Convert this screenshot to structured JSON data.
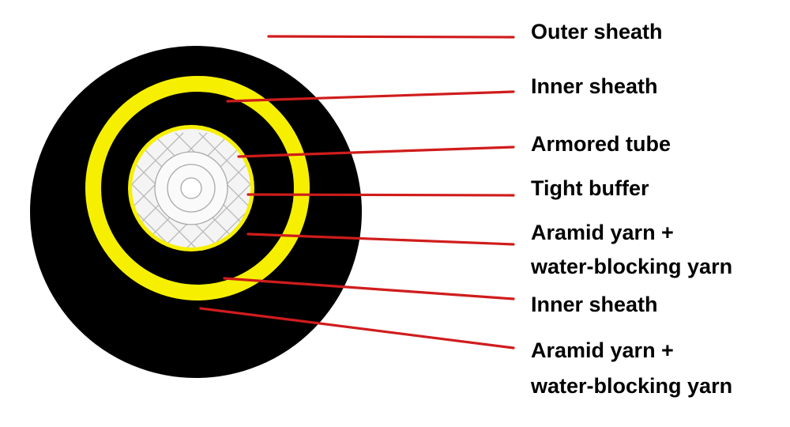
{
  "colors": {
    "background": "#ffffff",
    "sheath_black": "#000000",
    "yarn_yellow": "#f6f000",
    "tube_white": "#f4f4f4",
    "mesh_gray": "#b9b9b9",
    "leader_red": "#d01c1c",
    "label_text": "#000000"
  },
  "callouts": [
    {
      "label_lines": [
        "Outer sheath"
      ]
    },
    {
      "label_lines": [
        "Inner sheath"
      ]
    },
    {
      "label_lines": [
        "Armored tube"
      ]
    },
    {
      "label_lines": [
        "Tight buffer"
      ]
    },
    {
      "label_lines": [
        "Aramid yarn +",
        "water-blocking yarn"
      ]
    },
    {
      "label_lines": [
        "Inner sheath"
      ]
    },
    {
      "label_lines": [
        "Aramid yarn +",
        "water-blocking yarn"
      ]
    }
  ]
}
